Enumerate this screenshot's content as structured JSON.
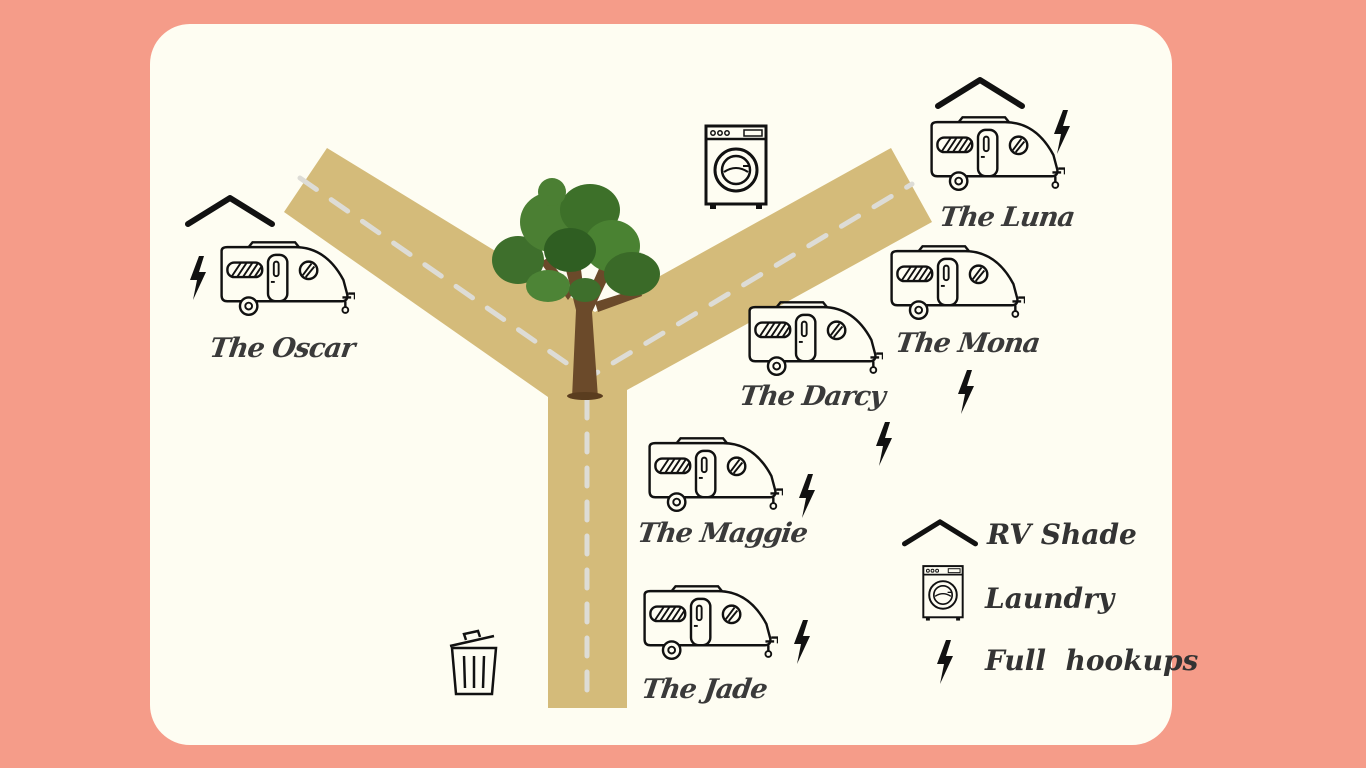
{
  "colors": {
    "background": "#f59c89",
    "card": "#fefdf2",
    "road": "#d4bb7a",
    "road_dash": "#dddcd6",
    "ink": "#111111",
    "label": "#3a3a3a"
  },
  "sites": [
    {
      "name": "The Oscar",
      "rv_shade": true,
      "full_hookups": true
    },
    {
      "name": "The Luna",
      "rv_shade": true,
      "full_hookups": true
    },
    {
      "name": "The Mona",
      "rv_shade": false,
      "full_hookups": true
    },
    {
      "name": "The Darcy",
      "rv_shade": false,
      "full_hookups": true
    },
    {
      "name": "The Maggie",
      "rv_shade": false,
      "full_hookups": true
    },
    {
      "name": "The Jade",
      "rv_shade": false,
      "full_hookups": true
    }
  ],
  "amenities": {
    "laundry_icon": "washing-machine-icon",
    "trash_icon": "trash-can-icon",
    "tree_icon": "tree-icon"
  },
  "legend": {
    "rv_shade": {
      "label": "RV Shade",
      "icon": "roof-icon"
    },
    "laundry": {
      "label": "Laundry",
      "icon": "washing-machine-icon"
    },
    "full_hookups": {
      "label": "Full  hookups",
      "icon": "lightning-bolt-icon"
    }
  }
}
